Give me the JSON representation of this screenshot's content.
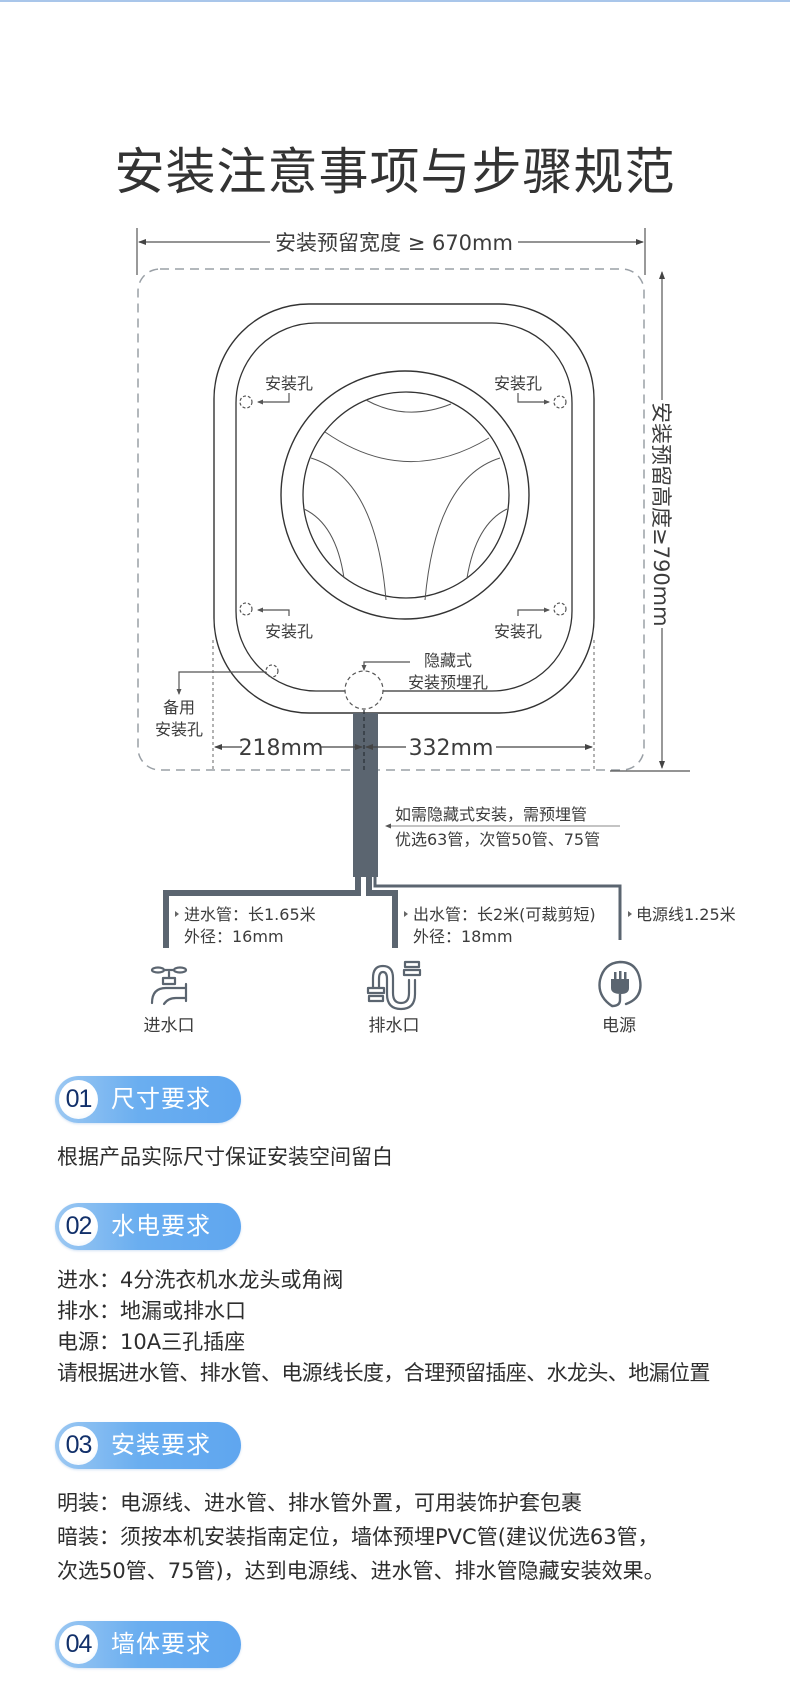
{
  "title": "安装注意事项与步骤规范",
  "diagram": {
    "width_label": "安装预留宽度 ≥ 670mm",
    "height_label": "安装预留高度≥790mm",
    "mount_hole_label": "安装孔",
    "spare_hole_label_1": "备用",
    "spare_hole_label_2": "安装孔",
    "hidden_hole_label_1": "隐藏式",
    "hidden_hole_label_2": "安装预埋孔",
    "dim_left": "218mm",
    "dim_right": "332mm",
    "pipe_note_1": "如需隐藏式安装，需预埋管",
    "pipe_note_2": "优选63管，次管50管、75管",
    "inlet_note_1": "进水管：长1.65米",
    "inlet_note_2": "外径：16mm",
    "outlet_note_1": "出水管：长2米(可裁剪短)",
    "outlet_note_2": "外径：18mm",
    "power_note": "电源线1.25米",
    "icons": [
      {
        "name": "faucet-icon",
        "label": "进水口"
      },
      {
        "name": "drain-trap-icon",
        "label": "排水口"
      },
      {
        "name": "power-plug-icon",
        "label": "电源"
      }
    ],
    "colors": {
      "pipe": "#5b6570",
      "line": "#333333",
      "dashed": "#9aa0a6"
    }
  },
  "sections": [
    {
      "num": "01",
      "title": "尺寸要求",
      "lines": [
        "根据产品实际尺寸保证安装空间留白"
      ]
    },
    {
      "num": "02",
      "title": "水电要求",
      "lines": [
        "进水：4分洗衣机水龙头或角阀",
        "排水：地漏或排水口",
        "电源：10A三孔插座",
        "请根据进水管、排水管、电源线长度，合理预留插座、水龙头、地漏位置"
      ]
    },
    {
      "num": "03",
      "title": "安装要求",
      "lines": [
        "明装：电源线、进水管、排水管外置，可用装饰护套包裹",
        "暗装：须按本机安装指南定位，墙体预埋PVC管(建议优选63管，",
        "次选50管、75管)，达到电源线、进水管、排水管隐藏安装效果。"
      ]
    },
    {
      "num": "04",
      "title": "墙体要求",
      "lines": []
    }
  ],
  "accent": {
    "badge_start": "#9cc8f2",
    "badge_end": "#5fa6ef",
    "badge_number": "#12306a"
  }
}
